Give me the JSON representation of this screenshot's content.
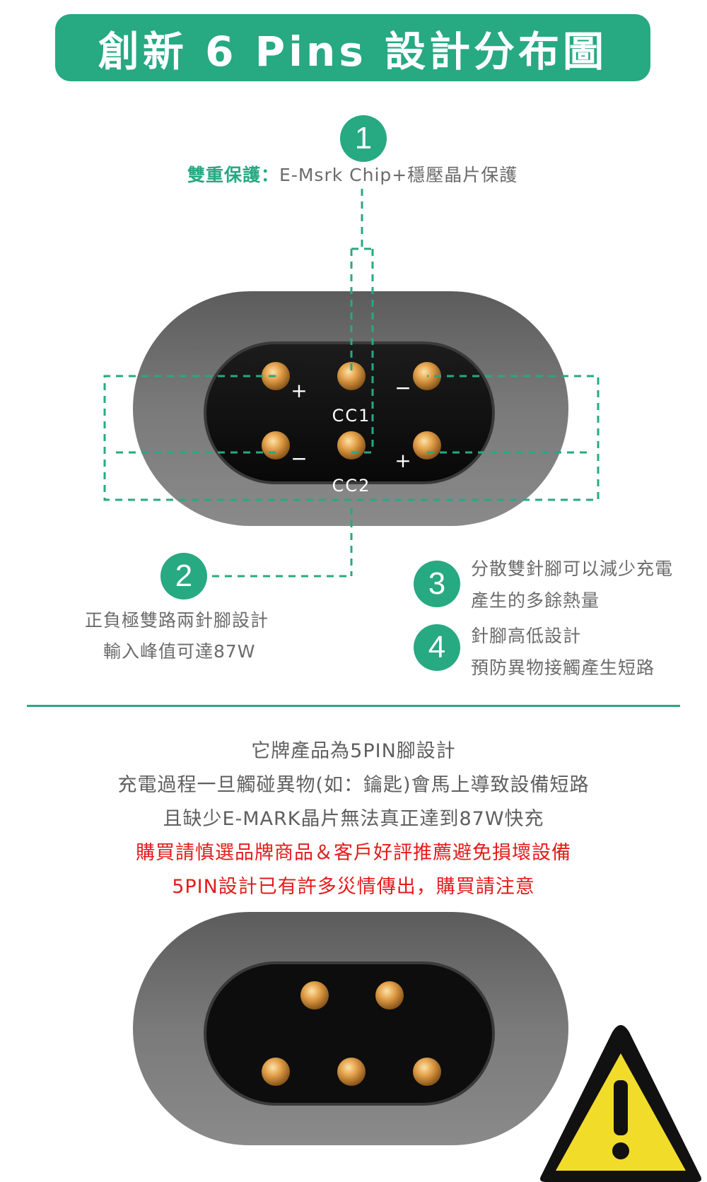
{
  "title": "創新 6 Pins 設計分布圖",
  "badges": {
    "b1": "1",
    "b2": "2",
    "b3": "3",
    "b4": "4"
  },
  "note1": {
    "label": "雙重保護",
    "sep": "：",
    "text": "E-Msrk Chip+穩壓晶片保護"
  },
  "pin_labels": {
    "plus_top": "+",
    "minus_top": "−",
    "minus_bottom": "−",
    "plus_bottom": "+",
    "cc1": "CC1",
    "cc2": "CC2"
  },
  "note2": {
    "line1": "正負極雙路兩針腳設計",
    "line2": "輸入峰值可達87W"
  },
  "note3": {
    "line1": "分散雙針腳可以減少充電",
    "line2": "產生的多餘熱量"
  },
  "note4": {
    "line1": "針腳高低設計",
    "line2": "預防異物接觸產生短路"
  },
  "warning_text": {
    "line1": "它牌產品為5PIN腳設計",
    "line2": "充電過程一旦觸碰異物(如：鑰匙)會馬上導致設備短路",
    "line3": "且缺少E-MARK晶片無法真正達到87W快充",
    "line4": "購買請慎選品牌商品＆客戶好評推薦避免損壞設備",
    "line5": "5PIN設計已有許多災情傳出，購買請注意"
  },
  "colors": {
    "accent": "#27a982",
    "warning_red": "#e31b1b",
    "warning_yellow": "#f2dc2a",
    "pin_gold": "#d9943c"
  },
  "icons": {
    "warning": "warning-triangle-icon"
  }
}
